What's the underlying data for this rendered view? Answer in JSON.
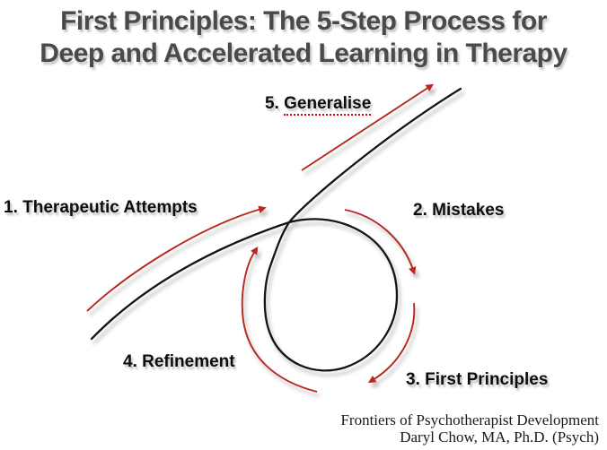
{
  "title": {
    "line1": "First Principles: The 5-Step Process for",
    "line2": "Deep and Accelerated Learning in Therapy"
  },
  "steps": [
    {
      "num": "1.",
      "label": "Therapeutic Attempts"
    },
    {
      "num": "2.",
      "label": "Mistakes"
    },
    {
      "num": "3.",
      "label": "First Principles"
    },
    {
      "num": "4.",
      "label": "Refinement"
    },
    {
      "num": "5.",
      "label": "Generalise"
    }
  ],
  "footer": {
    "line1": "Frontiers of Psychotherapist Development",
    "line2": "Daryl Chow, MA, Ph.D. (Psych)"
  },
  "colors": {
    "arrow_red": "#b5281e",
    "spellcheck_underline_red": "#e00000",
    "curve_black": "#141414",
    "title_gray": "#4a4a4a",
    "background": "#ffffff"
  }
}
